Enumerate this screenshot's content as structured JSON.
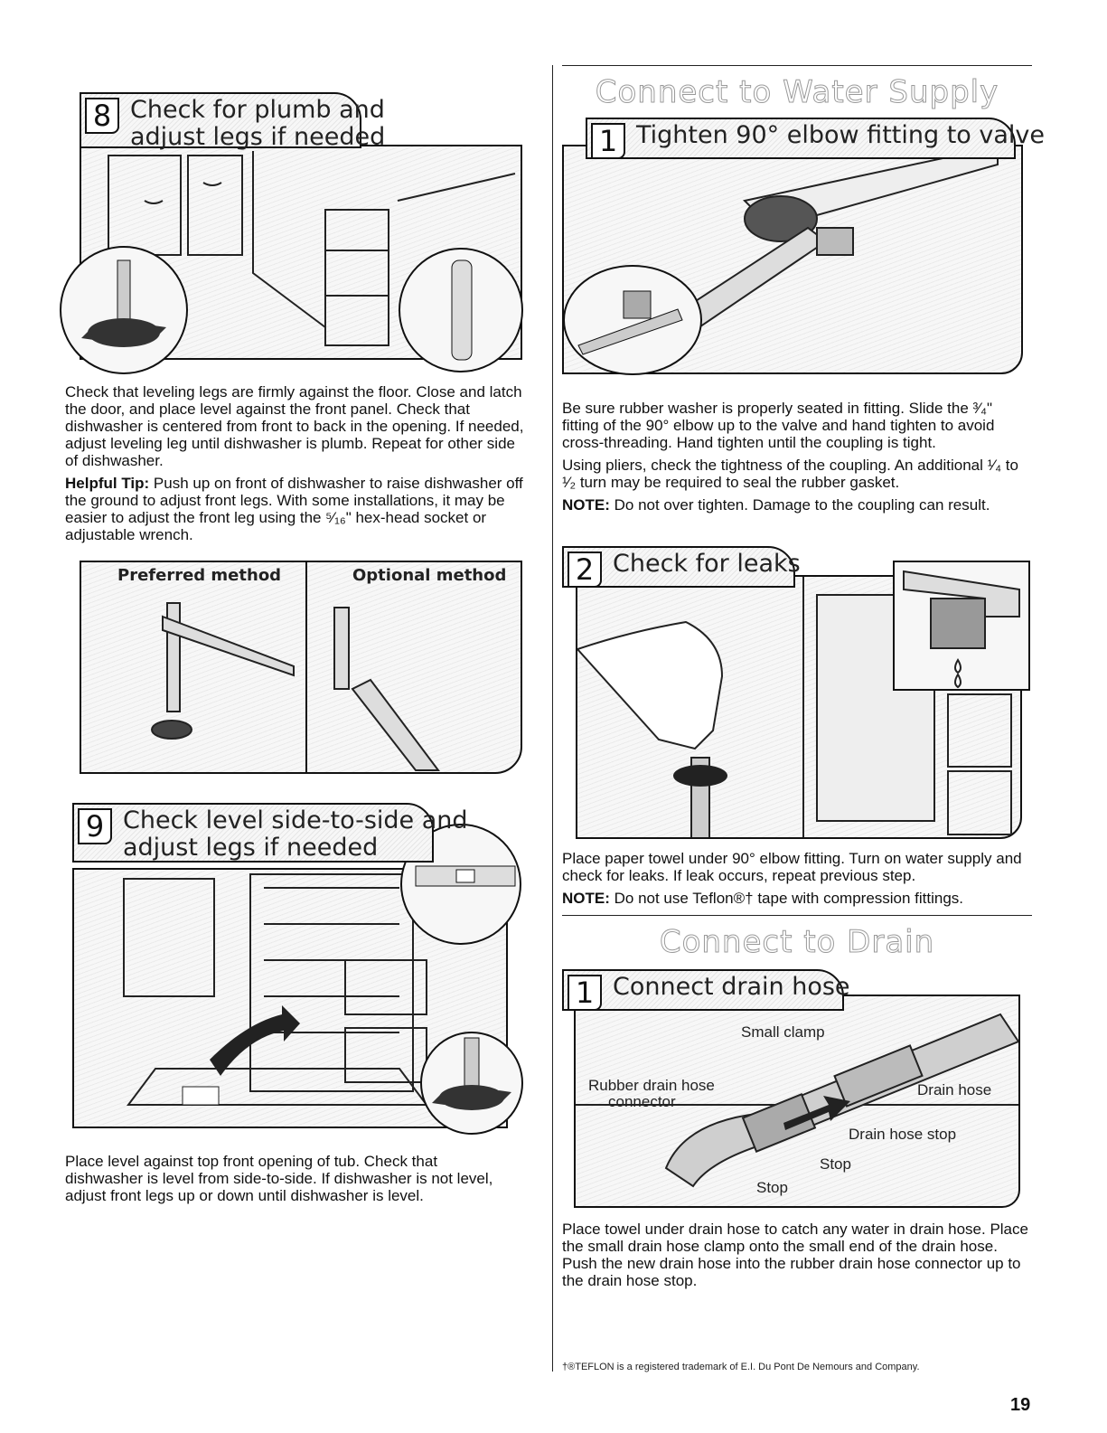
{
  "step8": {
    "number": "8",
    "title_line1": "Check for plumb and",
    "title_line2": "adjust legs if needed",
    "body": "Check that leveling legs are firmly against the floor. Close and latch the door, and place level against the front panel. Check that dishwasher is centered from front to back in the opening. If needed, adjust leveling leg until dishwasher is plumb. Repeat for other side of dishwasher.",
    "tip_label": "Helpful Tip:",
    "tip_text": " Push up on front of dishwasher to raise dishwasher off the ground to adjust front legs. With some installations, it may be easier to adjust the front leg using the ⁵⁄₁₆\" hex-head socket or adjustable wrench.",
    "preferred_label": "Preferred method",
    "optional_label": "Optional method"
  },
  "step9": {
    "number": "9",
    "title_line1": "Check level side-to-side and",
    "title_line2": "adjust legs if needed",
    "body": "Place level against top front opening of tub. Check that dishwasher is level from side-to-side. If dishwasher is not level, adjust front legs up or down until dishwasher is level."
  },
  "water": {
    "section_title": "Connect to Water Supply",
    "step1": {
      "number": "1",
      "title": "Tighten 90° elbow fitting to valve",
      "p1": "Be sure rubber washer is properly seated in fitting. Slide the ³⁄₄\" fitting of the 90° elbow up to the valve and hand tighten to avoid cross-threading. Hand tighten until the coupling is tight.",
      "p2": "Using pliers, check the tightness of the coupling. An additional ¹⁄₄ to ¹⁄₂ turn may be required to seal the rubber gasket.",
      "note_label": "NOTE:",
      "note_text": " Do not over tighten. Damage to the coupling can result."
    },
    "step2": {
      "number": "2",
      "title": "Check for leaks",
      "p1": "Place paper towel under 90° elbow fitting. Turn on water supply and check for leaks. If leak occurs, repeat previous step.",
      "note_label": "NOTE:",
      "note_text": " Do not use Teflon®† tape with compression fittings."
    }
  },
  "drain": {
    "section_title": "Connect to Drain",
    "step1": {
      "number": "1",
      "title": "Connect drain hose",
      "callouts": {
        "small_clamp": "Small clamp",
        "rubber_connector_1": "Rubber drain hose",
        "rubber_connector_2": "connector",
        "drain_hose": "Drain hose",
        "drain_hose_stop": "Drain hose stop",
        "stop_right": "Stop",
        "stop_bottom": "Stop"
      },
      "body": "Place towel under drain hose to catch any water in drain hose. Place the small drain hose clamp onto the small end of the drain hose. Push the new drain hose into the rubber drain hose connector up to the drain hose stop."
    }
  },
  "footnote": "†®TEFLON is a registered trademark of E.I. Du Pont De Nemours and Company.",
  "page_number": "19"
}
